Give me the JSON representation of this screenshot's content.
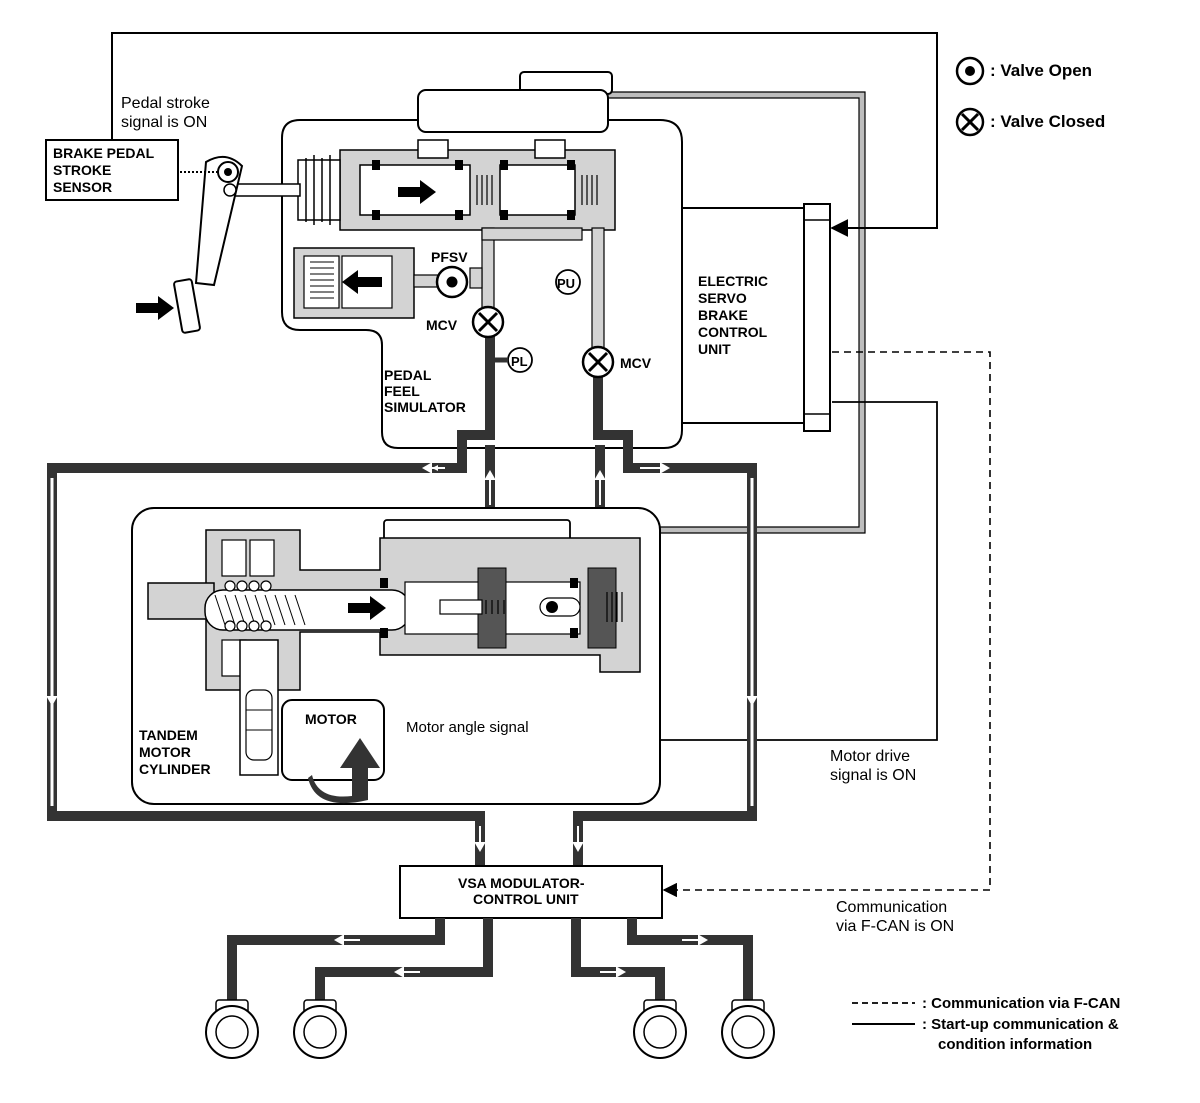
{
  "legend": {
    "valve_open": ": Valve Open",
    "valve_closed": ": Valve Closed",
    "fcan_line": ": Communication via F-CAN",
    "startup_line_1": ": Start-up communication &",
    "startup_line_2": "condition information"
  },
  "components": {
    "brake_pedal_sensor": [
      "BRAKE PEDAL",
      "STROKE",
      "SENSOR"
    ],
    "pedal_feel_simulator": [
      "PEDAL",
      "FEEL",
      "SIMULATOR"
    ],
    "esb_control_unit": [
      "ELECTRIC",
      "SERVO",
      "BRAKE",
      "CONTROL",
      "UNIT"
    ],
    "tandem_motor_cylinder": [
      "TANDEM",
      "MOTOR",
      "CYLINDER"
    ],
    "motor": "MOTOR",
    "vsa_modulator": [
      "VSA MODULATOR-",
      "CONTROL UNIT"
    ]
  },
  "valves": {
    "pfsv": "PFSV",
    "mcv_left": "MCV",
    "mcv_right": "MCV",
    "pu": "PU",
    "pl": "PL"
  },
  "signals": {
    "pedal_stroke": [
      "Pedal stroke",
      "signal is ON"
    ],
    "motor_angle": "Motor angle signal",
    "motor_drive": [
      "Motor drive",
      "signal is ON"
    ],
    "fcan": [
      "Communication",
      "via F-CAN is ON"
    ]
  }
}
